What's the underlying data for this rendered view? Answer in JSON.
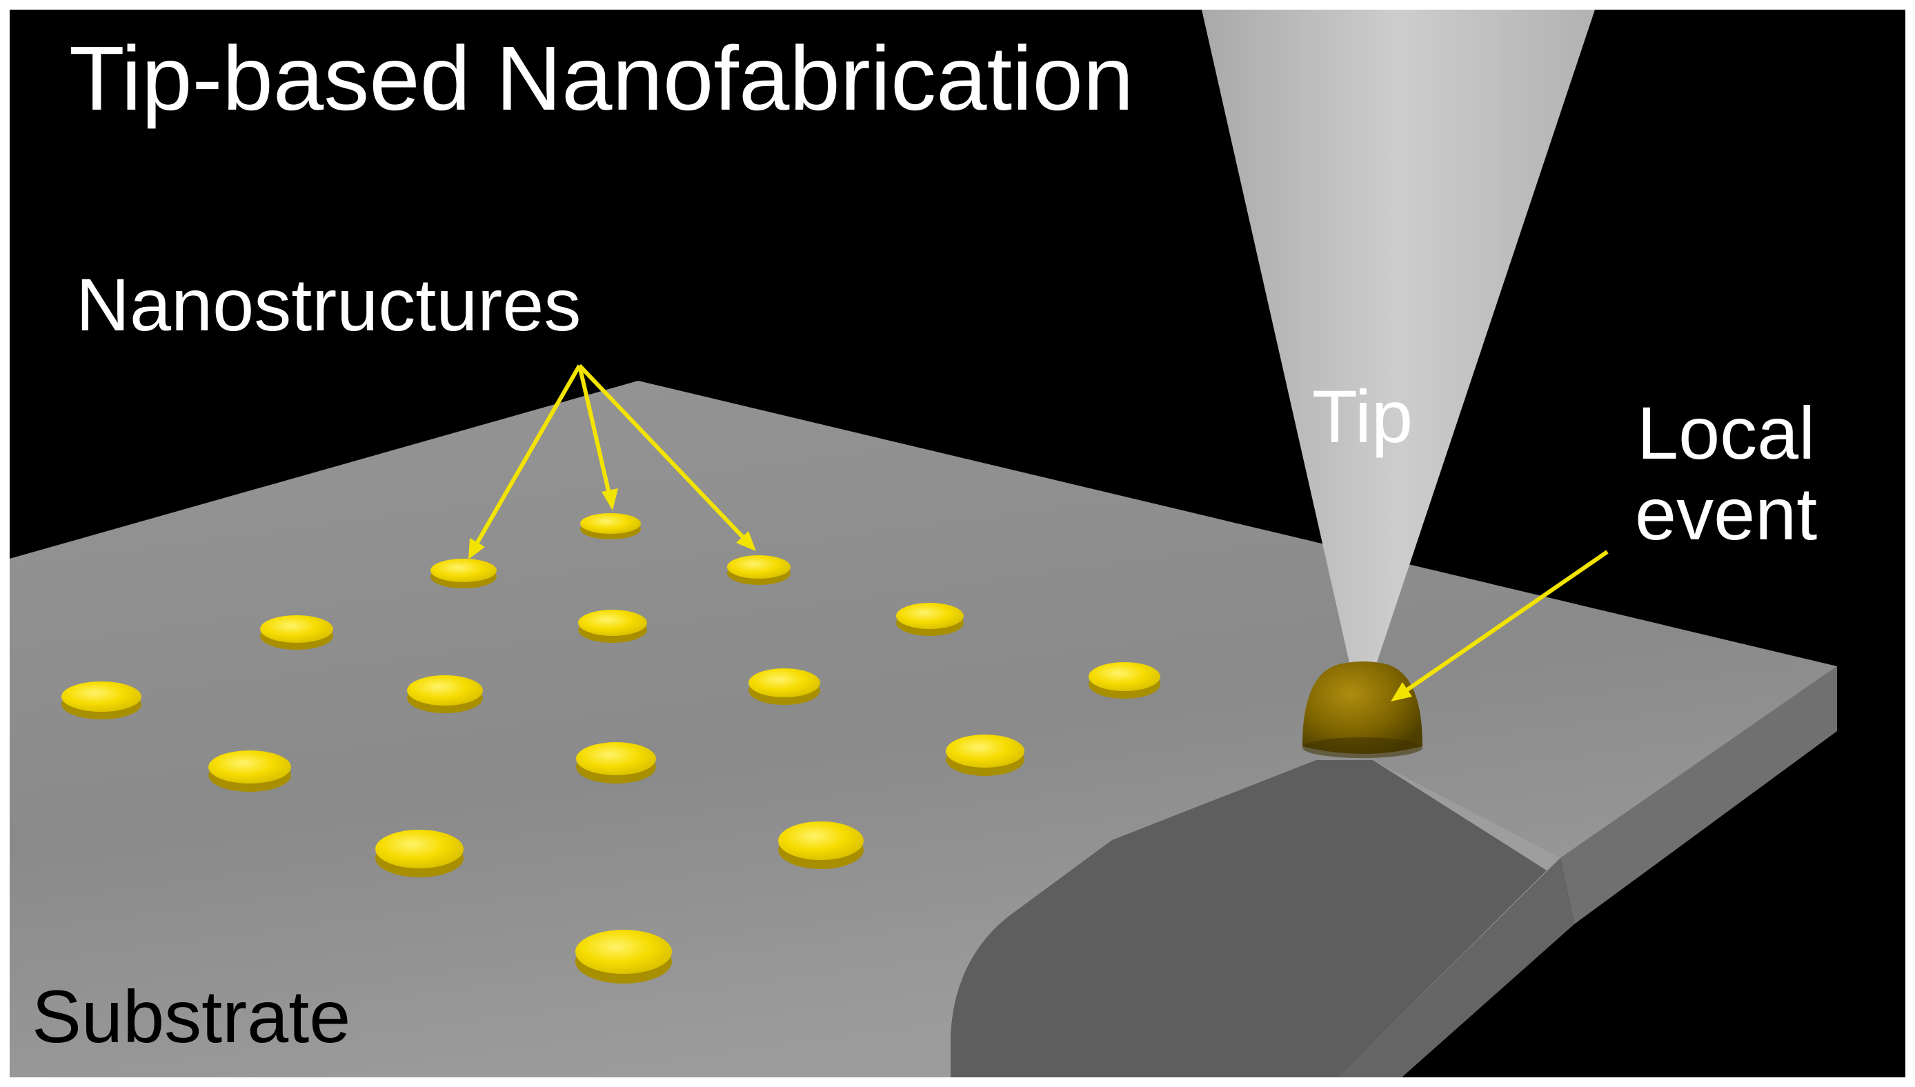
{
  "title": "Tip-based Nanofabrication",
  "labels": {
    "nanostructures": "Nanostructures",
    "tip": "Tip",
    "local_event_line1": "Local",
    "local_event_line2": "event",
    "substrate": "Substrate"
  },
  "colors": {
    "background": "#000000",
    "substrate_top": "#8c8c8c",
    "substrate_side": "#6a6a6a",
    "trench": "#5e5e5e",
    "nanostructure": "#f5dc00",
    "nanostructure_edge": "#a88f00",
    "arrow": "#f2e400",
    "tip": "#bcbcbc",
    "local_event": "#8a6d00",
    "label_on_dark": "#ffffff",
    "label_on_light": "#000000"
  }
}
